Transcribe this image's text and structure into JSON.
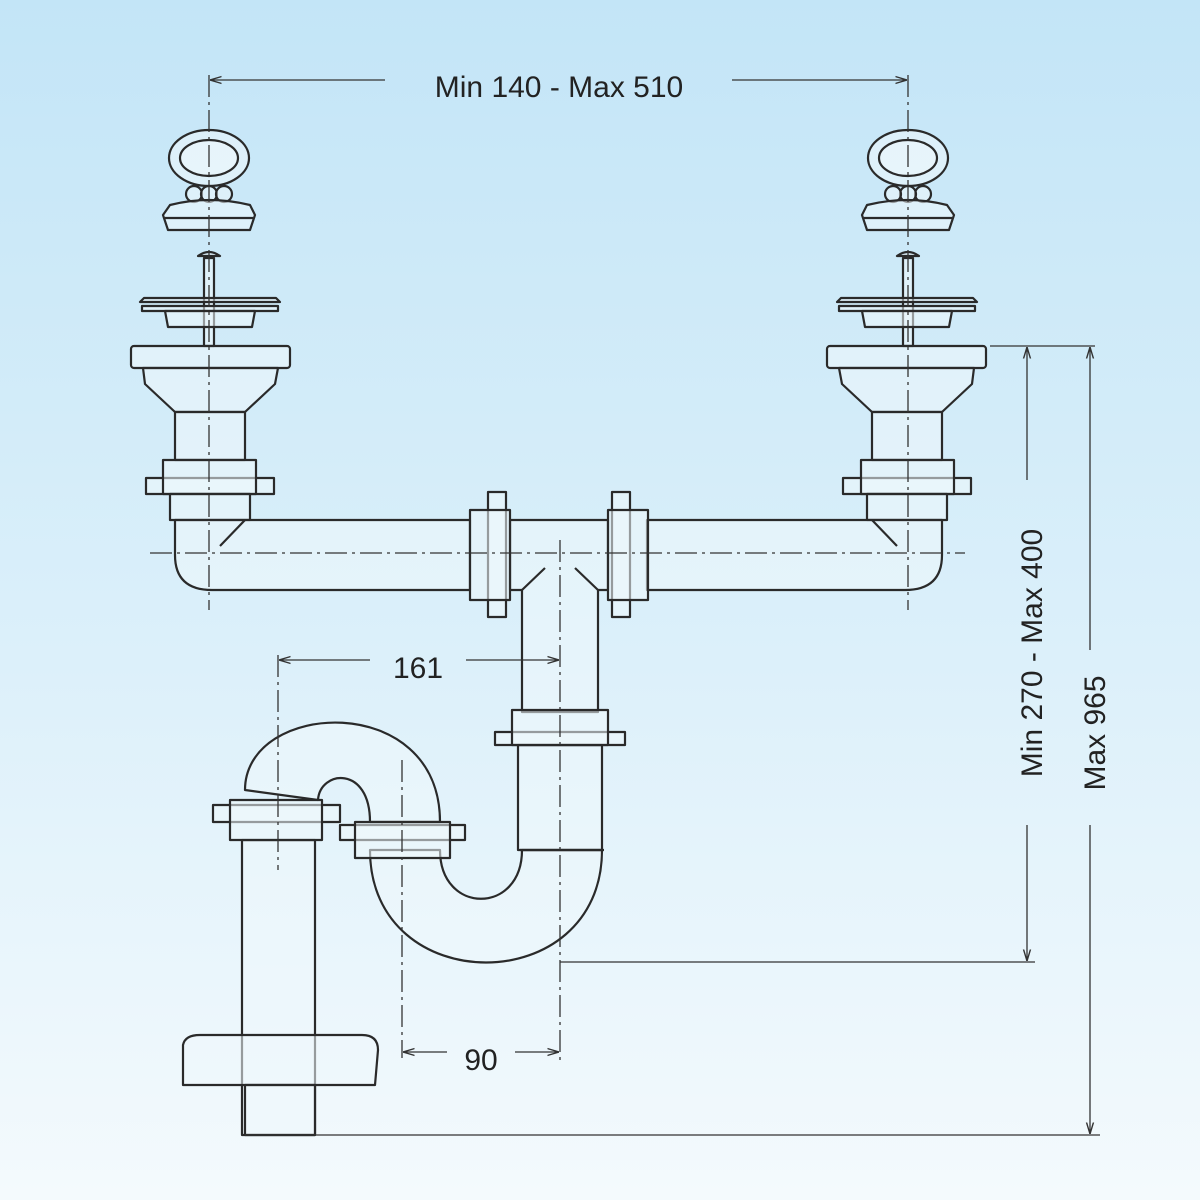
{
  "dimensions": {
    "span": "Min 140 - Max 510",
    "offset": "161",
    "trap_offset": "90",
    "height_range": "Min 270 - Max 400",
    "max_height": "Max 965"
  }
}
